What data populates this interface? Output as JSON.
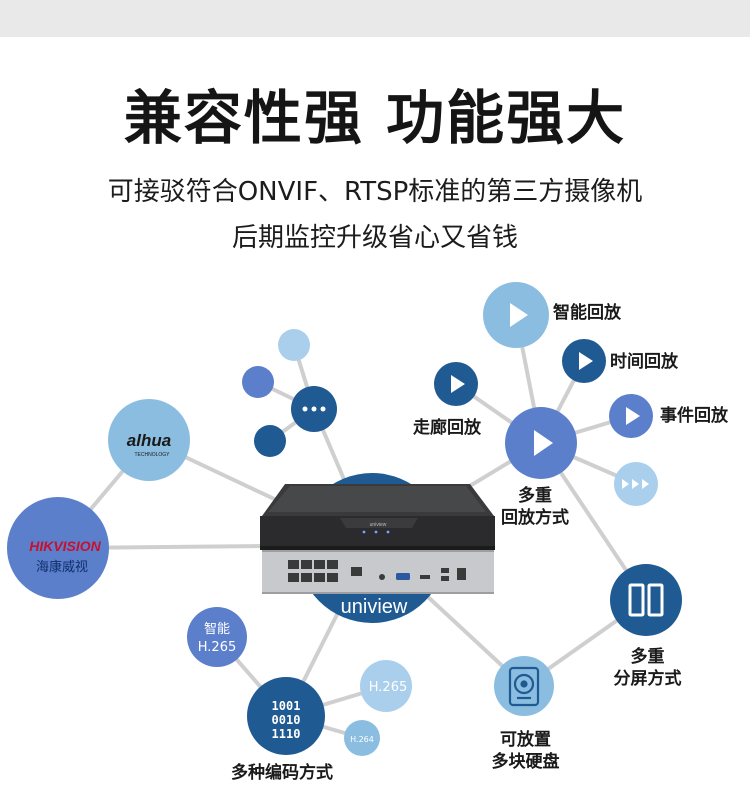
{
  "header": {
    "title": "兼容性强 功能强大",
    "line1": "可接驳符合ONVIF、RTSP标准的第三方摄像机",
    "line2": "后期监控升级省心又省钱"
  },
  "brands": {
    "dahua": "alhua",
    "dahua_small": "TECHNOLOGY",
    "hik_en": "HIKVISION",
    "hik_cn": "海康威视",
    "device_small": "uniview",
    "hub": "uniview"
  },
  "playback": {
    "smart": "智能回放",
    "time": "时间回放",
    "event": "事件回放",
    "corridor": "走廊回放",
    "multi_l1": "多重",
    "multi_l2": "回放方式"
  },
  "split": {
    "l1": "多重",
    "l2": "分屏方式"
  },
  "disk": {
    "l1": "可放置",
    "l2": "多块硬盘"
  },
  "encoding": {
    "smart_l1": "智能",
    "smart_l2": "H.265",
    "h265": "H.265",
    "h264": "H.264",
    "bin1": "1001",
    "bin2": "0010",
    "bin3": "1110",
    "label": "多种编码方式"
  },
  "colors": {
    "dark_blue": "#1f5a92",
    "mid_blue": "#5c7fcc",
    "light_blue": "#8bbde1",
    "pale_blue": "#a9cfec",
    "line_gray": "#cfcfcf"
  }
}
